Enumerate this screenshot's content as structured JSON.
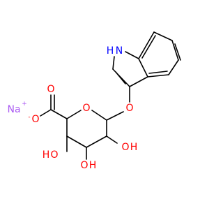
{
  "molecule": {
    "colors": {
      "bond": "#000000",
      "oxygen": "#ff0000",
      "nitrogen": "#0000ff",
      "sodium": "#ab5cf2"
    },
    "labels": {
      "na": "Na",
      "na_charge": "+",
      "nh_n": "N",
      "nh_h": "H",
      "ring_o": "O",
      "ether_o": "O",
      "carbonyl_o": "O",
      "carboxylate_o": "O",
      "carboxylate_charge": "-",
      "oh_left_o": "O",
      "oh_left_h": "H",
      "oh_bottom_o": "O",
      "oh_bottom_h": "H",
      "oh_right_o": "O",
      "oh_right_h": "H"
    }
  }
}
